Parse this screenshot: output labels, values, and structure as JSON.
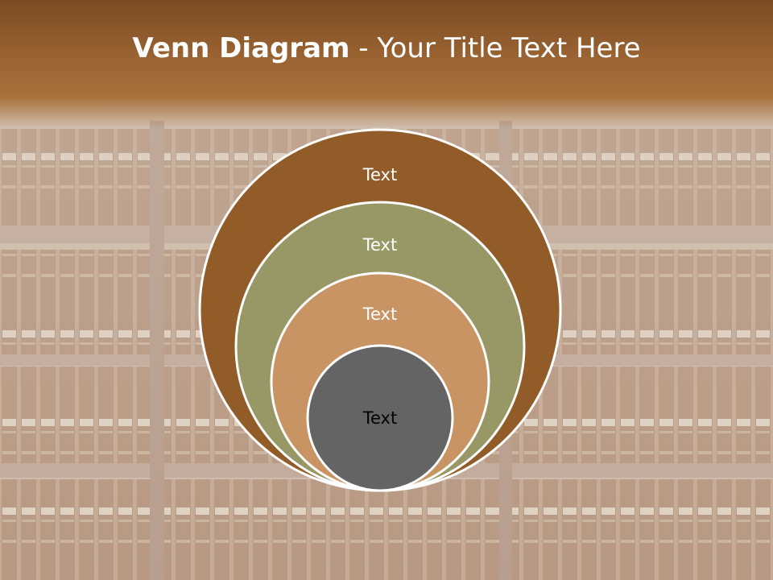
{
  "title": {
    "bold": "Venn Diagram",
    "rest": " - Your Title Text Here"
  },
  "circles": [
    {
      "label": "Text",
      "fill": "#925c29",
      "text_color": "#ffffff"
    },
    {
      "label": "Text",
      "fill": "#989866",
      "text_color": "#ffffff"
    },
    {
      "label": "Text",
      "fill": "#c99463",
      "text_color": "#ffffff"
    },
    {
      "label": "Text",
      "fill": "#646464",
      "text_color": "#000000"
    }
  ],
  "colors": {
    "title_band": "#9a6332",
    "outline": "#ffffff"
  },
  "background_image": "bookshelf-library-photo"
}
